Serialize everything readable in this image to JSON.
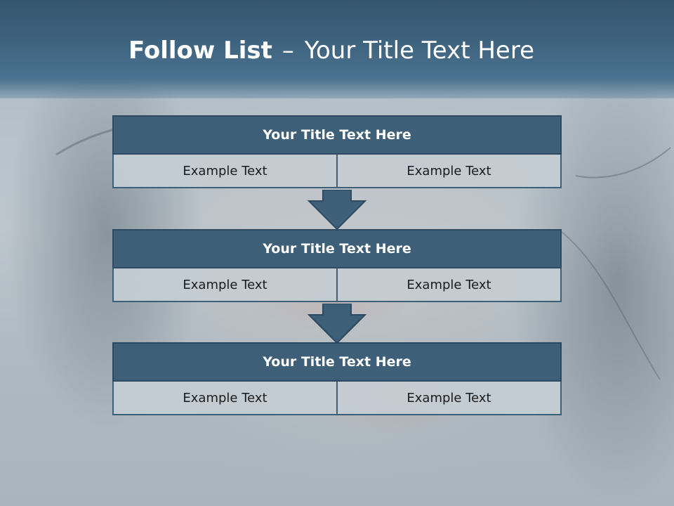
{
  "slide": {
    "title_bold": "Follow List",
    "title_dash": "–",
    "title_rest": "Your Title Text Here"
  },
  "blocks": [
    {
      "title": "Your Title Text Here",
      "left": "Example Text",
      "right": "Example Text"
    },
    {
      "title": "Your Title Text Here",
      "left": "Example Text",
      "right": "Example Text"
    },
    {
      "title": "Your Title Text Here",
      "left": "Example Text",
      "right": "Example Text"
    }
  ],
  "colors": {
    "header": "#3f6480",
    "block_title": "#3e5f78",
    "cell_fill": "#c4ccd3",
    "arrow": "#3e5f78"
  },
  "icons": [
    "down-arrow-icon",
    "down-arrow-icon"
  ]
}
